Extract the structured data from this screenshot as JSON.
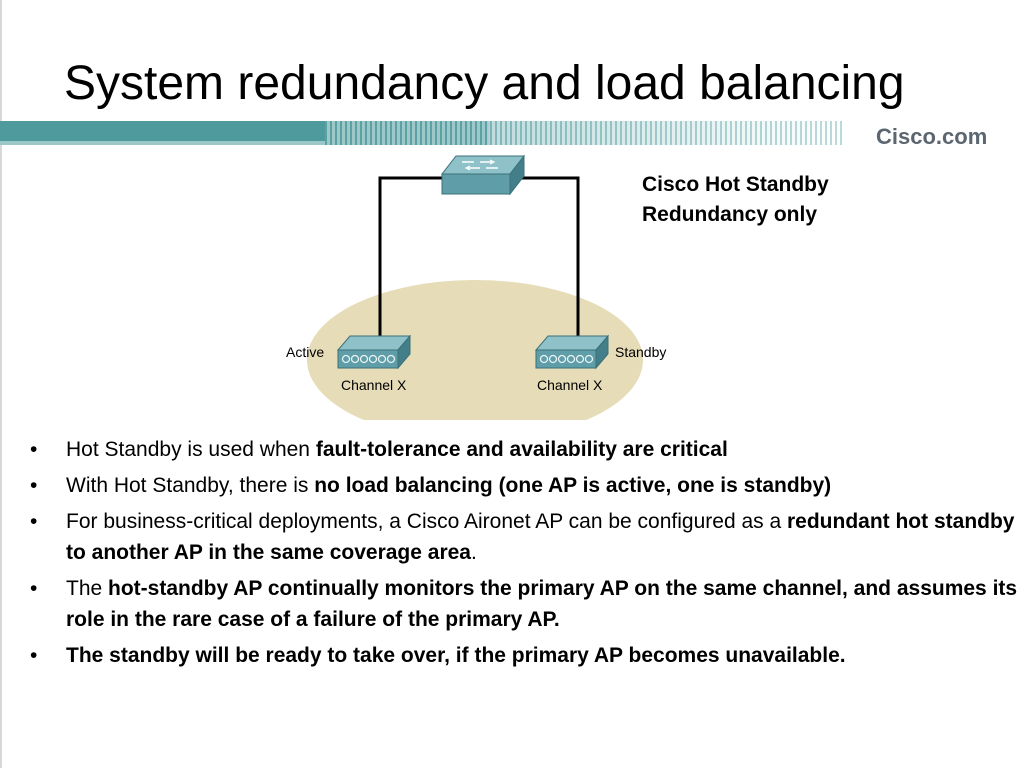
{
  "slide": {
    "title": "System redundancy and load balancing",
    "brand": "Cisco.com",
    "banner_color": "#4f9a9c"
  },
  "diagram": {
    "switch_icon": "network-switch-icon",
    "ap_icon": "access-point-icon",
    "coverage_color": "#e6dcb8",
    "device_color": "#5f9ea8",
    "left_ap": {
      "role": "Active",
      "channel": "Channel X"
    },
    "right_ap": {
      "role": "Standby",
      "channel": "Channel X"
    },
    "caption_line1": "Cisco Hot Standby",
    "caption_line2": "Redundancy only"
  },
  "bullets": [
    {
      "parts": [
        {
          "text": "Hot Standby is used when "
        },
        {
          "text": "fault-tolerance and availability are critical",
          "bold": true
        }
      ]
    },
    {
      "parts": [
        {
          "text": "With Hot Standby, there is "
        },
        {
          "text": "no load balancing (one AP is active, one is standby)",
          "bold": true
        }
      ]
    },
    {
      "parts": [
        {
          "text": "For business-critical deployments, a Cisco Aironet AP can be configured as a "
        },
        {
          "text": "redundant hot standby to another AP in the same coverage area",
          "bold": true
        },
        {
          "text": "."
        }
      ]
    },
    {
      "parts": [
        {
          "text": "The "
        },
        {
          "text": "hot-standby AP continually monitors the primary AP on the same channel, and assumes its role in the rare case of a failure of the primary AP.",
          "bold": true
        }
      ]
    },
    {
      "parts": [
        {
          "text": "The standby will be ready to take over, if the primary AP becomes unavailable.",
          "bold": true
        }
      ]
    }
  ]
}
